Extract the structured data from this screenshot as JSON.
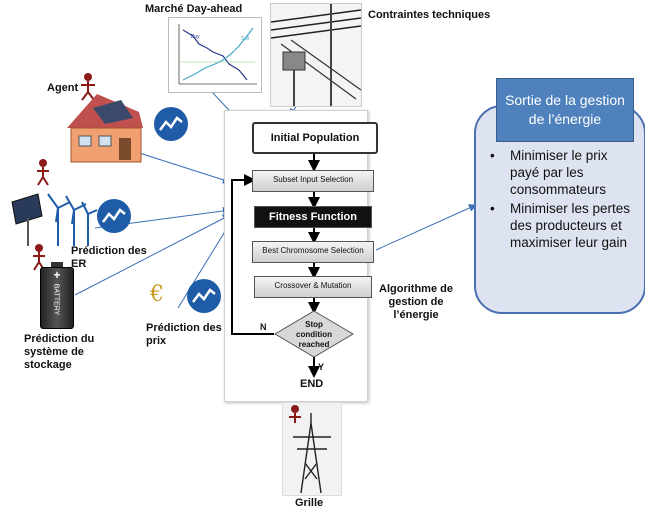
{
  "labels": {
    "market": "Marché Day-ahead",
    "constraints": "Contraintes techniques",
    "agent": "Agent",
    "er_forecast": "Prédiction des ER",
    "storage_forecast": "Prédiction du système de stockage",
    "price_forecast": "Prédiction des prix",
    "algorithm": "Algorithme de gestion de l’énergie",
    "grid": "Grille"
  },
  "flowchart": {
    "initial_population": "Initial Population",
    "subset_selection": "Subset Input Selection",
    "fitness": "Fitness Function",
    "best_selection": "Best Chromosome Selection",
    "crossover": "Crossover & Mutation",
    "stop_condition": "Stop condition reached",
    "no": "N",
    "yes": "Y",
    "end": "END"
  },
  "market_chart": {
    "buy": "Buy",
    "sell": "Sell"
  },
  "output": {
    "title": "Sortie de la gestion de l’énergie",
    "items": [
      "Minimiser le prix payé par les consommateurs",
      "Minimiser les pertes des producteurs et maximiser leur gain"
    ]
  },
  "icons": {
    "currency": "€",
    "battery": "BATTERY"
  },
  "colors": {
    "accent_blue": "#1f5ca8",
    "output_fill": "#4f81bd",
    "output_panel": "#dde3f0",
    "agent_red": "#8b1a1a"
  }
}
